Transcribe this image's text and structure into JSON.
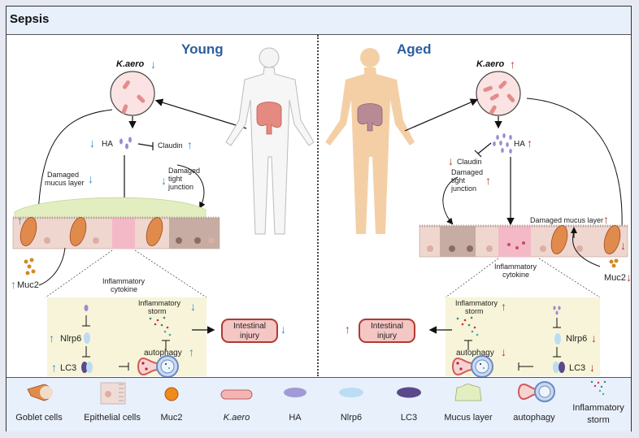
{
  "title": "Sepsis",
  "panels": {
    "young": {
      "header": "Young",
      "kaero": {
        "label": "K.aero",
        "trend": "down"
      },
      "ha": {
        "label": "HA",
        "trend": "down"
      },
      "claudin": {
        "label": "Claudin",
        "trend": "up"
      },
      "damaged_mucus": {
        "label_1": "Damaged",
        "label_2": "mucus layer",
        "trend": "down"
      },
      "damaged_tight": {
        "label_1": "Damaged",
        "label_2": "tight",
        "label_3": "junction",
        "trend": "down"
      },
      "muc2": {
        "label": "Muc2",
        "trend": "up"
      },
      "cytokine": {
        "label_1": "Inflammatory",
        "label_2": "cytokine"
      },
      "nlrp6": {
        "label": "Nlrp6",
        "trend": "up"
      },
      "lc3": {
        "label": "LC3",
        "trend": "up"
      },
      "storm": {
        "label_1": "Inflammatory",
        "label_2": "storm",
        "trend": "down"
      },
      "autophagy": {
        "label": "autophagy",
        "trend": "up"
      },
      "injury": {
        "label_1": "Intestinal",
        "label_2": "injury",
        "trend": "down"
      }
    },
    "aged": {
      "header": "Aged",
      "kaero": {
        "label": "K.aero",
        "trend": "up"
      },
      "ha": {
        "label": "HA",
        "trend": "up"
      },
      "claudin": {
        "label": "Claudin",
        "trend": "down"
      },
      "damaged_mucus": {
        "label": "Damaged mucus layer",
        "trend": "up"
      },
      "damaged_tight": {
        "label_1": "Damaged",
        "label_2": "tight",
        "label_3": "junction",
        "trend": "up"
      },
      "muc2": {
        "label": "Muc2",
        "trend": "down"
      },
      "cytokine": {
        "label_1": "Inflammatory",
        "label_2": "cytokine"
      },
      "nlrp6": {
        "label": "Nlrp6",
        "trend": "down"
      },
      "lc3": {
        "label": "LC3",
        "trend": "down"
      },
      "storm": {
        "label_1": "Inflammatory",
        "label_2": "storm",
        "trend": "up"
      },
      "autophagy": {
        "label": "autophagy",
        "trend": "down"
      },
      "injury": {
        "label_1": "Intestinal",
        "label_2": "injury",
        "trend": "up"
      }
    }
  },
  "arrows": {
    "up": "↑",
    "down": "↓"
  },
  "colors": {
    "young_trend": "#2a8fd0",
    "aged_trend": "#b03a32",
    "header": "#2b5ea0"
  },
  "legend": [
    {
      "icon": "goblet-cell",
      "label": "Goblet cells"
    },
    {
      "icon": "epithelial-cell",
      "label": "Epithelial cells"
    },
    {
      "icon": "muc2",
      "label": "Muc2"
    },
    {
      "icon": "k-aero",
      "label": "K.aero",
      "italic": true
    },
    {
      "icon": "ha",
      "label": "HA"
    },
    {
      "icon": "nlrp6",
      "label": "Nlrp6"
    },
    {
      "icon": "lc3",
      "label": "LC3"
    },
    {
      "icon": "mucus-layer",
      "label": "Mucus layer"
    },
    {
      "icon": "autophagy",
      "label": "autophagy"
    },
    {
      "icon": "inflammatory-storm",
      "label_1": "Inflammatory",
      "label_2": "storm"
    }
  ]
}
